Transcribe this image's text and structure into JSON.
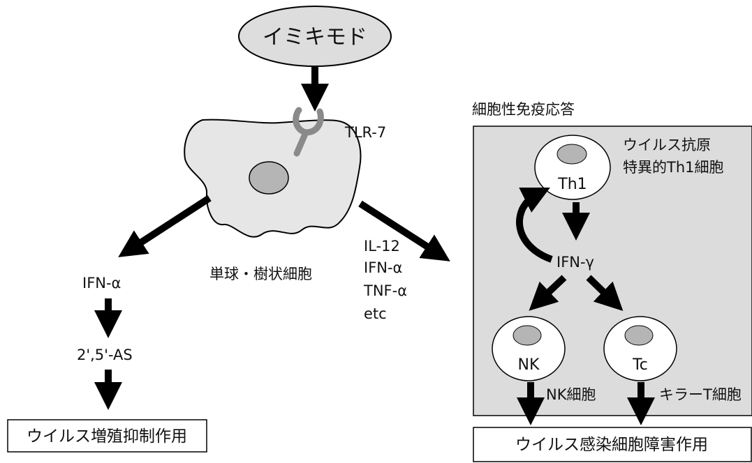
{
  "title_drug": "イミキモド",
  "receptor": "TLR-7",
  "apc_cell": "単球・樹状細胞",
  "left_branch": {
    "ifn": "IFN-α",
    "enzyme": "2',5'-AS",
    "result": "ウイルス増殖抑制作用"
  },
  "cytokines": [
    "IL-12",
    "IFN-α",
    "TNF-α",
    "etc"
  ],
  "cellular": {
    "header": "細胞性免疫応答",
    "th1_cell": "Th1",
    "th1_desc": [
      "ウイルス抗原",
      "特異的Th1細胞"
    ],
    "ifn_gamma": "IFN-γ",
    "nk_cell": "NK",
    "tc_cell": "Tc",
    "nk_label": "NK細胞",
    "tc_label": "キラーT細胞",
    "result": "ウイルス感染細胞障害作用"
  },
  "colors": {
    "panel": "#dcdcdc",
    "nucleus": "#b5b5b5",
    "ellipse": "#dddddd",
    "receptor": "#8a8a8a",
    "arrow": "#000000"
  }
}
